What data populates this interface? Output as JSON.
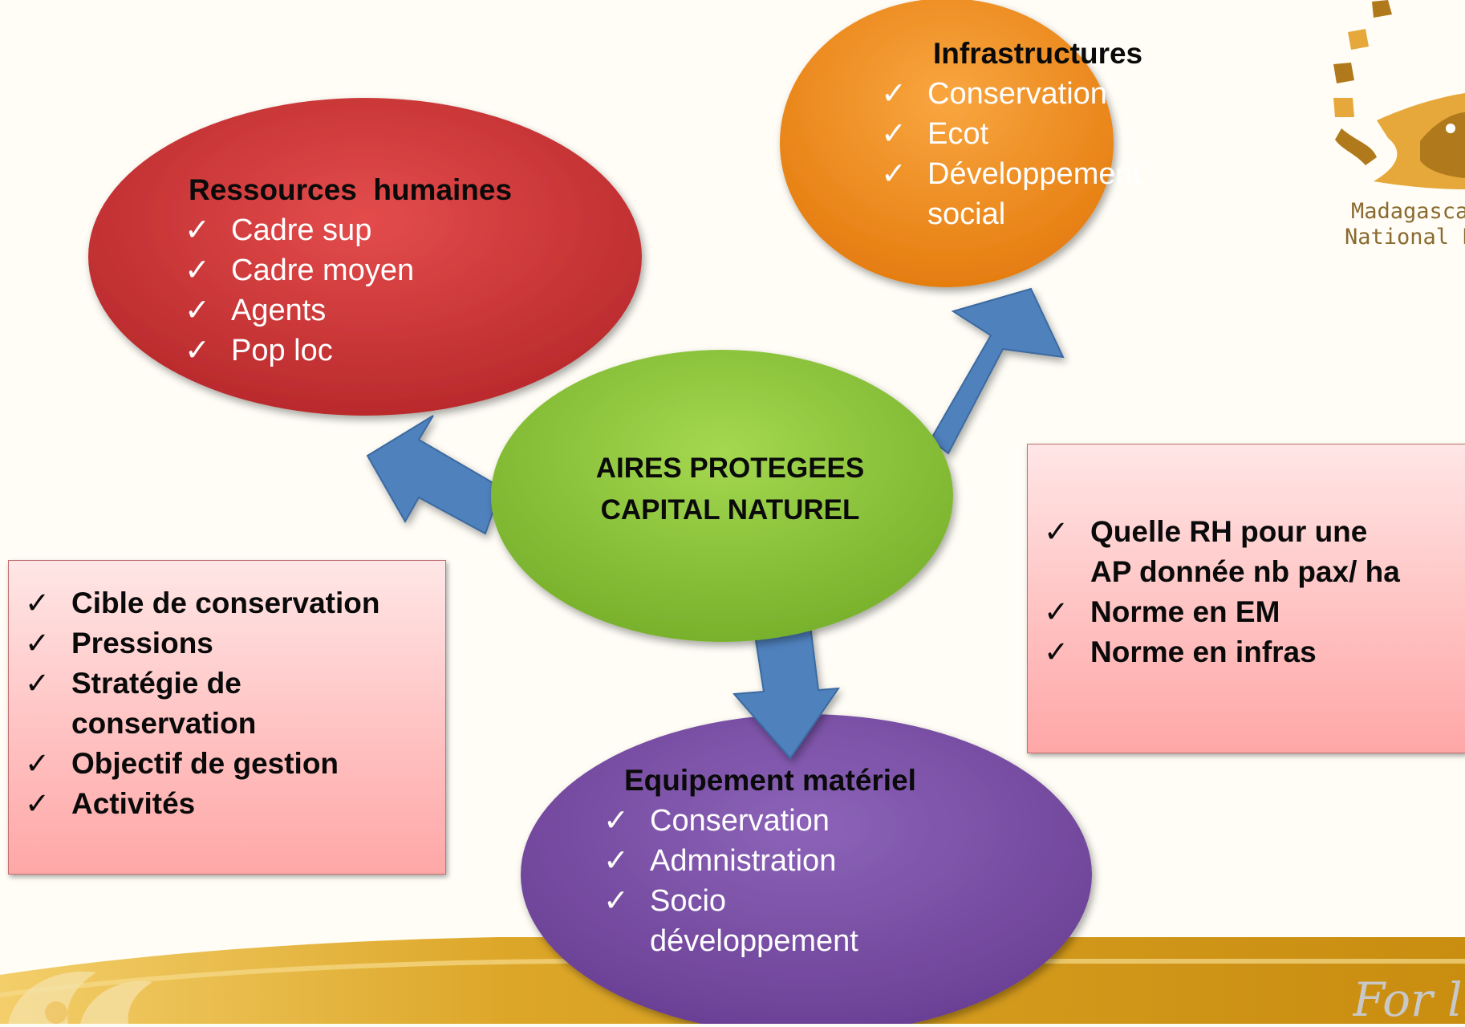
{
  "center": {
    "line1": "AIRES PROTEGEES",
    "line2": "CAPITAL NATUREL"
  },
  "check_glyph": "✓",
  "ressources_humaines": {
    "title": "Ressources  humaines",
    "items": [
      "Cadre sup",
      "Cadre moyen",
      "Agents",
      "Pop loc"
    ]
  },
  "infrastructures": {
    "title": "Infrastructures",
    "items": [
      "Conservation",
      "Ecot",
      "Développement",
      "social"
    ]
  },
  "equipement": {
    "title": "Equipement matériel",
    "items": [
      "Conservation",
      "Admnistration",
      "Socio",
      "développement"
    ]
  },
  "left_box": {
    "items": [
      "Cible de conservation",
      "Pressions",
      "Stratégie de",
      "conservation",
      "Objectif de gestion",
      "Activités"
    ]
  },
  "right_box": {
    "items": [
      "Quelle RH pour une",
      "AP donnée nb pax/ ha",
      "Norme en EM",
      "Norme en infras"
    ]
  },
  "logo": {
    "line1": "Madagasca",
    "line2": "National Par"
  },
  "footer": {
    "slogan": "For lif"
  },
  "colors": {
    "red_bubble": "#d03a3a",
    "orange_bubble": "#f08b1e",
    "purple_bubble": "#7b4fa6",
    "green_center": "#8cc43c",
    "arrow_blue": "#4f81bd",
    "footer_gold": "#d7a21c"
  }
}
